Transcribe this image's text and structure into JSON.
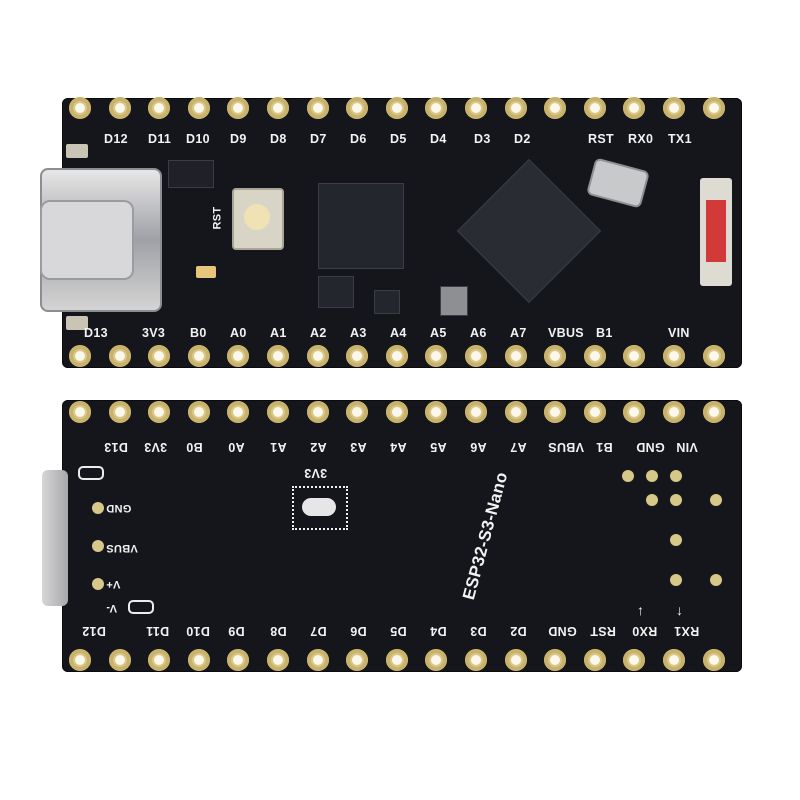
{
  "top_board": {
    "top_row_labels": [
      "D12",
      "D11",
      "D10",
      "D9",
      "D8",
      "D7",
      "D6",
      "D5",
      "D4",
      "D3",
      "D2",
      "RST",
      "RX0",
      "TX1"
    ],
    "bottom_row_labels": [
      "D13",
      "3V3",
      "B0",
      "A0",
      "A1",
      "A2",
      "A3",
      "A4",
      "A5",
      "A6",
      "A7",
      "VBUS",
      "B1",
      "VIN"
    ],
    "rst_button_label": "RST"
  },
  "bottom_board": {
    "top_row_labels": [
      "D13",
      "3V3",
      "B0",
      "A0",
      "A1",
      "A2",
      "A3",
      "A4",
      "A5",
      "A6",
      "A7",
      "VBUS",
      "B1",
      "GND",
      "VIN"
    ],
    "bottom_row_labels": [
      "D12",
      "D11",
      "D10",
      "D9",
      "D8",
      "D7",
      "D6",
      "D5",
      "D4",
      "D3",
      "D2",
      "GND",
      "RST",
      "RX0",
      "RX1"
    ],
    "usb_side_labels": [
      "GND",
      "VBUS",
      "V+",
      "V-"
    ],
    "jumper_label": "3V3",
    "board_name": "ESP32-S3-Nano"
  },
  "colors": {
    "pcb": "#15161c",
    "silkscreen": "#f2f2f2",
    "pad_gold": "#d8c78a"
  }
}
